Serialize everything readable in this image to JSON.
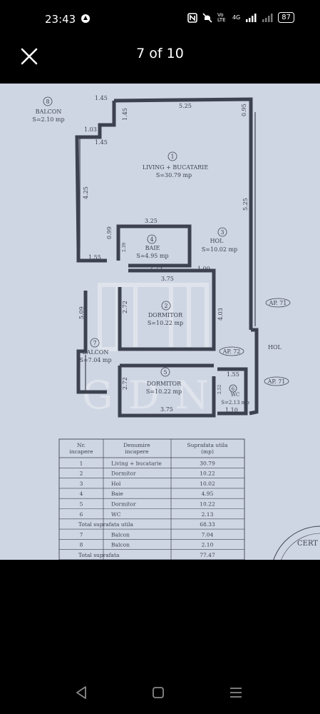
{
  "status": {
    "time": "23:43",
    "battery": "87",
    "network": "4G",
    "volte": "Vo LTE"
  },
  "viewer": {
    "counter": "7 of 10"
  },
  "plan": {
    "rooms": [
      {
        "num": "8",
        "name": "BALCON",
        "area": "S=2.10 mp"
      },
      {
        "num": "1",
        "name": "LIVING + BUCATARIE",
        "area": "S=30.79 mp"
      },
      {
        "num": "4",
        "name": "BAIE",
        "area": "S=4.95 mp"
      },
      {
        "num": "3",
        "name": "HOL",
        "area": "S=10.02 mp"
      },
      {
        "num": "2",
        "name": "DORMITOR",
        "area": "S=10.22 mp"
      },
      {
        "num": "7",
        "name": "BALCON",
        "area": "S=7.04 mp"
      },
      {
        "num": "5",
        "name": "DORMITOR",
        "area": "S=10.22 mp"
      },
      {
        "num": "6",
        "name": "WC",
        "area": "S=2.13 mp"
      }
    ],
    "dims": [
      "1.45",
      "5.25",
      "0.95",
      "1.03",
      "1.45",
      "1.45",
      "4.25",
      "5.25",
      "3.25",
      "0.99",
      "1.55",
      "2.75",
      "3.75",
      "1.00",
      "5.09",
      "4.03",
      "2.72",
      "2.72",
      "1.55",
      "1.10",
      "3.75",
      "2.52",
      "2.39"
    ],
    "labels": {
      "ap71a": "AP. 71",
      "ap72": "AP. 72",
      "ap71b": "AP. 71",
      "hol": "HOL",
      "watermark": "GDN"
    },
    "table": {
      "headers": [
        "Nr. incapere",
        "Denumire incapere",
        "Suprafata utila (mp)"
      ],
      "rows": [
        [
          "1",
          "Living + bucatarie",
          "30.79"
        ],
        [
          "2",
          "Dormitor",
          "10.22"
        ],
        [
          "3",
          "Hol",
          "10.02"
        ],
        [
          "4",
          "Baie",
          "4.95"
        ],
        [
          "5",
          "Dormitor",
          "10.22"
        ],
        [
          "6",
          "WC",
          "2.13"
        ],
        [
          "",
          "Total suprafata utila",
          "68.33"
        ],
        [
          "7",
          "Balcon",
          "7.04"
        ],
        [
          "8",
          "Balcon",
          "2.10"
        ],
        [
          "",
          "Total suprafata",
          "77.47"
        ]
      ]
    },
    "stamp": "CERT"
  },
  "colors": {
    "paper": "#cfd6e3",
    "ink": "#3d4250",
    "bar": "#000000",
    "text": "#ffffff"
  }
}
